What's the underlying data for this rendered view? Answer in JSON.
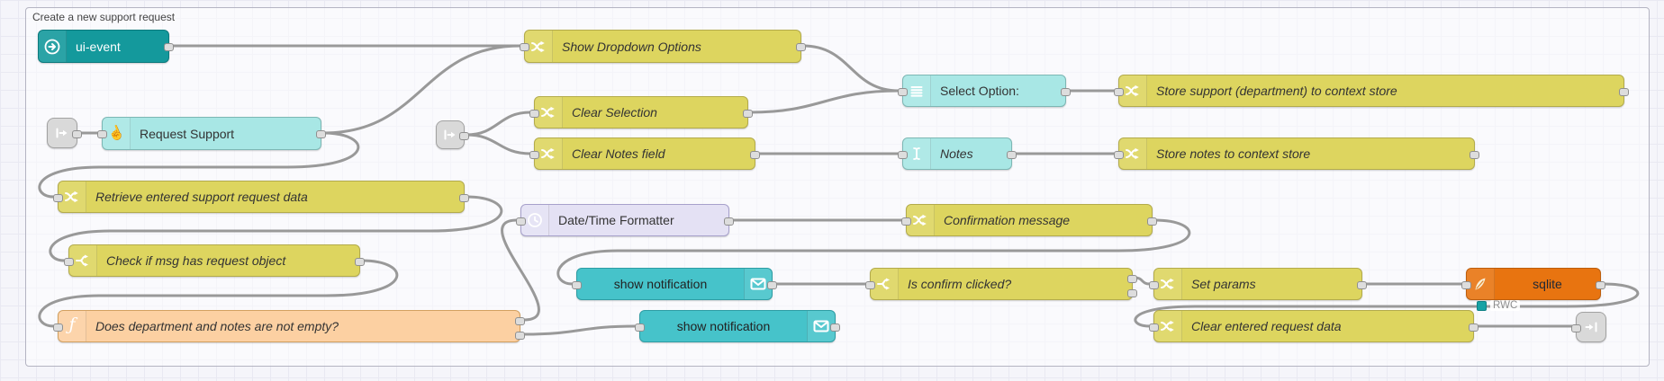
{
  "group": {
    "label": "Create a new support request"
  },
  "sqlite_status": {
    "text": "RWC"
  },
  "nodes": [
    {
      "id": "link_in_1",
      "label": "",
      "kind": "link",
      "icon": "link-in-icon",
      "italic": false
    },
    {
      "id": "ui_event",
      "label": "ui-event",
      "kind": "event",
      "icon": "circle-arrow-icon",
      "italic": false
    },
    {
      "id": "show_dropdown",
      "label": "Show Dropdown Options",
      "kind": "change",
      "icon": "shuffle-icon",
      "italic": true
    },
    {
      "id": "clear_selection",
      "label": "Clear Selection",
      "kind": "change",
      "icon": "shuffle-icon",
      "italic": true
    },
    {
      "id": "clear_notes",
      "label": "Clear Notes field",
      "kind": "change",
      "icon": "shuffle-icon",
      "italic": true
    },
    {
      "id": "link_in_2",
      "label": "",
      "kind": "link",
      "icon": "link-in-icon",
      "italic": false
    },
    {
      "id": "request_support",
      "label": "Request Support",
      "kind": "widget",
      "icon": "hand-pointer-icon",
      "italic": false
    },
    {
      "id": "select_option",
      "label": "Select Option:",
      "kind": "widget",
      "icon": "list-icon",
      "italic": false
    },
    {
      "id": "notes",
      "label": "Notes",
      "kind": "widget",
      "icon": "text-cursor-icon",
      "italic": true
    },
    {
      "id": "store_support",
      "label": "Store support (department) to context store",
      "kind": "change",
      "icon": "shuffle-icon",
      "italic": true
    },
    {
      "id": "store_notes",
      "label": "Store notes to context store",
      "kind": "change",
      "icon": "shuffle-icon",
      "italic": true
    },
    {
      "id": "retrieve_data",
      "label": "Retrieve entered support request data",
      "kind": "change",
      "icon": "shuffle-icon",
      "italic": true
    },
    {
      "id": "datetime_formatter",
      "label": "Date/Time Formatter",
      "kind": "moment",
      "icon": "clock-icon",
      "italic": false
    },
    {
      "id": "confirmation_message",
      "label": "Confirmation message",
      "kind": "change",
      "icon": "shuffle-icon",
      "italic": true
    },
    {
      "id": "check_request",
      "label": "Check if msg has request object",
      "kind": "switch",
      "icon": "branch-icon",
      "italic": true
    },
    {
      "id": "show_notification_1",
      "label": "show notification",
      "kind": "notification",
      "icon": "envelope-icon",
      "italic": false
    },
    {
      "id": "is_confirm",
      "label": "Is confirm clicked?",
      "kind": "switch",
      "icon": "branch-icon",
      "italic": true
    },
    {
      "id": "set_params",
      "label": "Set params",
      "kind": "change",
      "icon": "shuffle-icon",
      "italic": true
    },
    {
      "id": "sqlite",
      "label": "sqlite",
      "kind": "sqlite",
      "icon": "feather-icon",
      "italic": false
    },
    {
      "id": "does_dept",
      "label": "Does department and notes are not empty?",
      "kind": "function",
      "icon": "function-icon",
      "italic": true
    },
    {
      "id": "show_notification_2",
      "label": "show notification",
      "kind": "notification",
      "icon": "envelope-icon",
      "italic": false
    },
    {
      "id": "clear_entered",
      "label": "Clear entered request data",
      "kind": "change",
      "icon": "shuffle-icon",
      "italic": true
    },
    {
      "id": "link_out_1",
      "label": "",
      "kind": "link",
      "icon": "link-out-icon",
      "italic": false
    }
  ]
}
